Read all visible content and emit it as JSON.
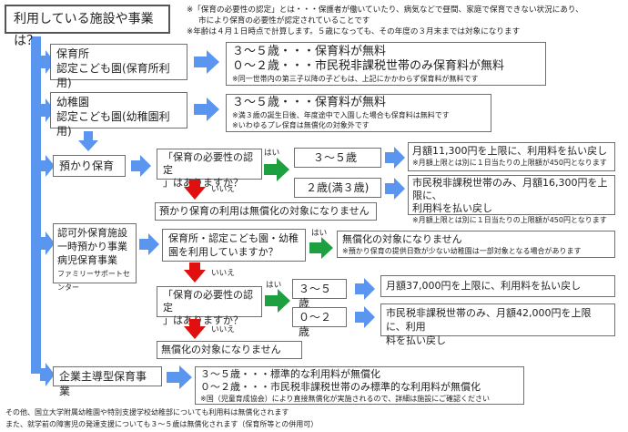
{
  "title": "利用している施設や事業は？",
  "header_notes": [
    "※「保育の必要性の認定」とは・・・保護者が働いていたり、病気などで昼間、家庭で保育できない状況にあり、",
    "市により保育の必要性が認定されていることです",
    "※年齢は４月１日時点で計算します。５歳になっても、その年度の３月末までは対象になります"
  ],
  "nursery": {
    "label": [
      "保育所",
      "認定こども園(保育所利用)"
    ],
    "result": [
      "３～５歳・・・保育料が無料",
      "０～２歳・・・市民税非課税世帯のみ保育料が無料"
    ],
    "note": "※同一世帯内の第三子以降の子どもは、上記にかかわらず保育料が無料です"
  },
  "kindergarten": {
    "label": [
      "幼稚園",
      "認定こども園(幼稚園利用)"
    ],
    "result": "３～５歳・・・保育料が無料",
    "notes": [
      "※満３歳の誕生日後、年度途中で入園した場合も保育料は無料です",
      "※いわゆるプレ保育は無償化の対象外です"
    ]
  },
  "azukari": {
    "label": "預かり保育",
    "question": [
      "「保育の必要性の認定",
      "」はありますか？"
    ],
    "yes": "はい",
    "no": "いいえ",
    "age_a": "３～５歳",
    "age_b": "２歳(満３歳)",
    "result_a": "月額11,300円を上限に、利用料を払い戻し",
    "note_a": "※月額上限とは別に１日当たりの上限額が450円となります",
    "result_b": [
      "市民税非課税世帯のみ、月額16,300円を上限に、",
      "利用料を払い戻し"
    ],
    "note_b": "※月額上限とは別に１日当たりの上限額が450円となります",
    "not_covered": "預かり保育の利用は無償化の対象になりません"
  },
  "unlicensed": {
    "label": [
      "認可外保育施設",
      "一時預かり事業",
      "病児保育事業",
      "ファミリーサポートセンター"
    ],
    "question1": [
      "保育所・認定こども園・幼稚",
      "園を利用していますか？"
    ],
    "yes": "はい",
    "no": "いいえ",
    "result1": "無償化の対象になりません",
    "note1": "※預かり保育の提供日数が少ない幼稚園は一部対象となる場合があります",
    "question2": [
      "「保育の必要性の認定",
      "」はありますか？"
    ],
    "age_a": "３～５歳",
    "age_b": "０～２歳",
    "result_a": "月額37,000円を上限に、利用料を払い戻し",
    "result_b": [
      "市民税非課税世帯のみ、月額42,000円を上限に、利用",
      "料を払い戻し"
    ],
    "not_covered": "無償化の対象になりません"
  },
  "corporate": {
    "label": "企業主導型保育事業",
    "result": [
      "３～５歳・・・標準的な利用料が無償化",
      "０～２歳・・・市民税非課税世帯のみ標準的な利用料が無償化"
    ],
    "note": "※国（児童育成協会）により直接無償化が実施されるので、詳細は施設にご確認ください"
  },
  "footer": [
    "その他、国立大学附属幼稚園や特別支援学校幼稚部についても利用料は無償化されます",
    "また、就学前の障害児の発達支援についても３～５歳は無償化されます（保育所等との併用可）"
  ],
  "colors": {
    "blue": "#5a96f0",
    "green": "#1fa040",
    "red": "#e01010",
    "border": "#6f6f6f"
  }
}
